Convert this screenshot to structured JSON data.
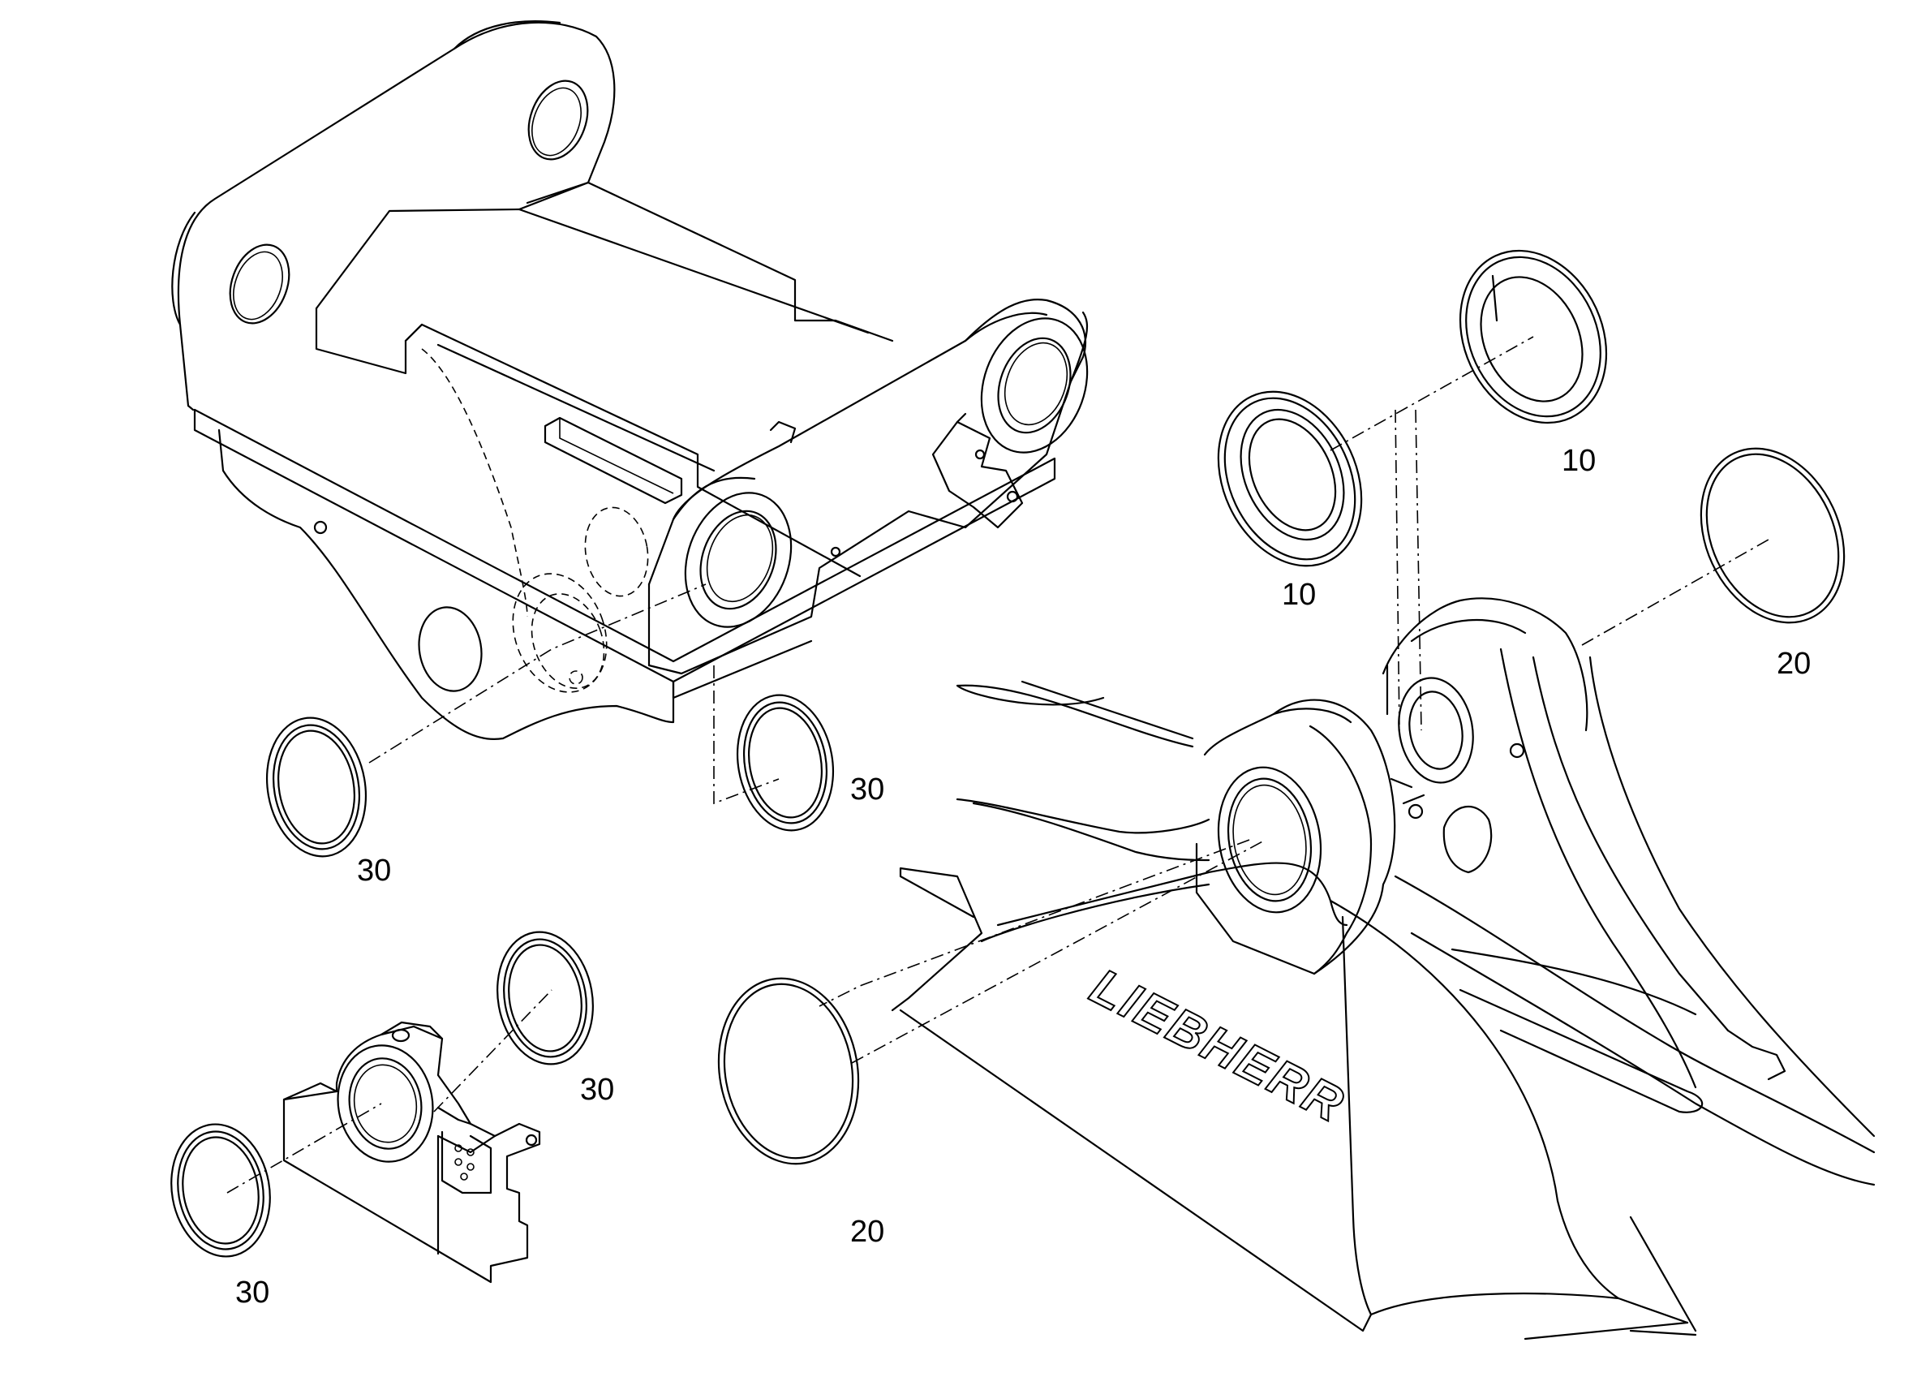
{
  "callouts": {
    "c10_upper": "10",
    "c10_lower": "10",
    "c20_right": "20",
    "c20_bottom": "20",
    "c30_left": "30",
    "c30_mid": "30",
    "c30_lower_right": "30",
    "c30_lower_left": "30"
  },
  "logo_text": "LIEBHERR",
  "colors": {
    "ink": "#000000",
    "paper": "#ffffff"
  }
}
